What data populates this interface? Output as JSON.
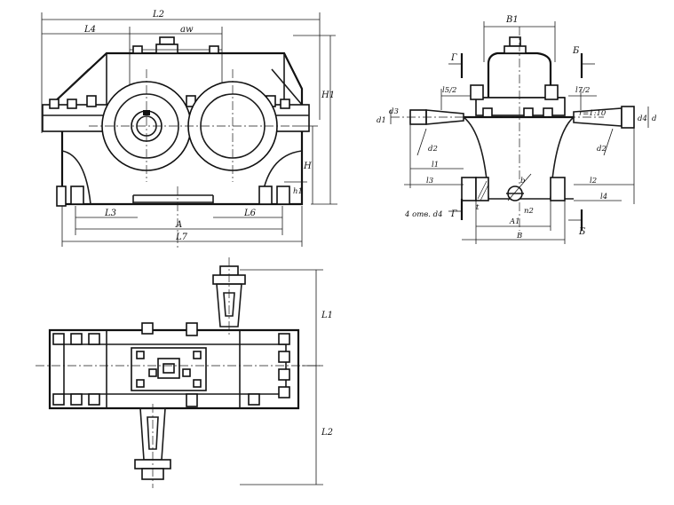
{
  "front_view": {
    "dims": {
      "l2": "L2",
      "l4": "L4",
      "aw": "aw",
      "H1": "H1",
      "H": "H",
      "h1": "h1",
      "L3": "L3",
      "L6": "L6",
      "A": "A",
      "L7": "L7"
    }
  },
  "side_view": {
    "dims": {
      "B1": "B1",
      "G": "Г",
      "B": "Б",
      "l5h": "l5/2",
      "l7h": "l7/2",
      "taper": "r=1:10",
      "d1": "d1",
      "d2": "d2",
      "d3": "d3",
      "l1": "l1",
      "l3": "l3",
      "l2": "l2",
      "l4": "l4",
      "b": "b",
      "t": "t",
      "bolts": "4 отв. d4",
      "A1": "A1",
      "Bw": "B",
      "n2": "n2",
      "d4": "d4",
      "d": "d"
    }
  },
  "top_view": {
    "dims": {
      "L1": "L1",
      "L2": "L2"
    }
  }
}
